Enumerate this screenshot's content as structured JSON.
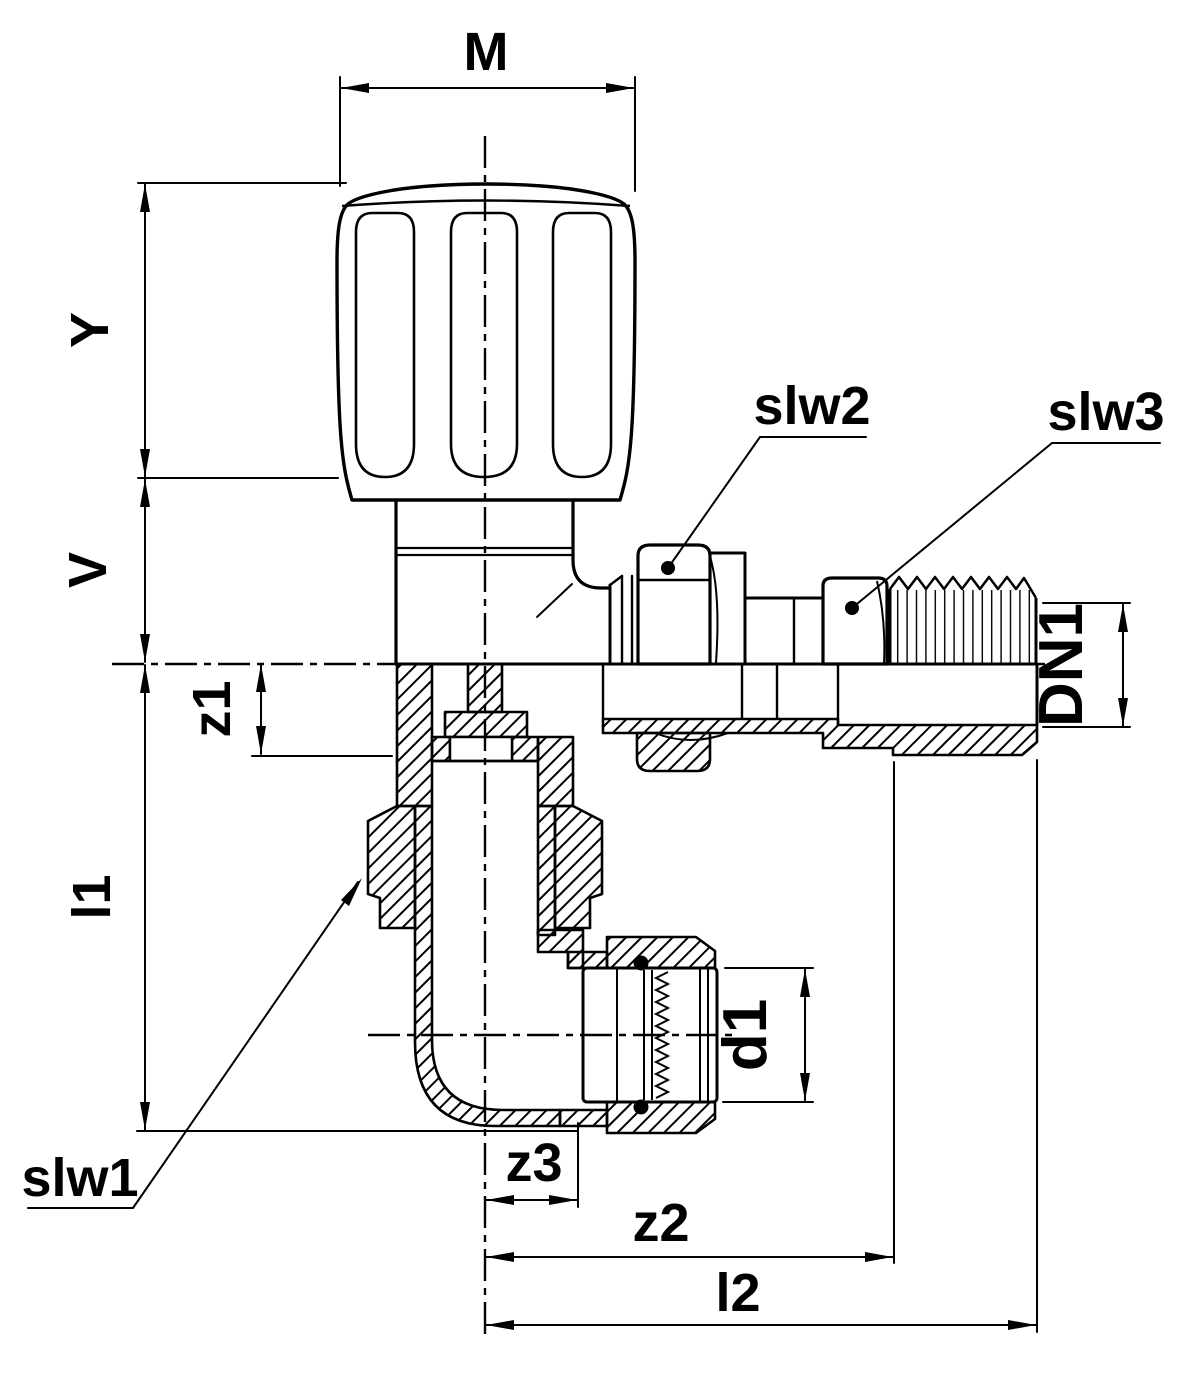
{
  "drawing": {
    "type": "technical-dimension-drawing",
    "subject": "Angle regulating valve, half-section: hand knob, union nuts, male thread, push-fit elbow outlet",
    "background_color": "#ffffff",
    "line_color": "#000000",
    "dimension_labels": {
      "m": "M",
      "y": "Y",
      "v": "V",
      "z1": "z1",
      "l1": "l1",
      "dn1": "DN1",
      "d1": "d1",
      "z3": "z3",
      "z2": "z2",
      "l2": "l2"
    },
    "callout_labels": {
      "slw1": "slw1",
      "slw2": "slw2",
      "slw3": "slw3"
    }
  }
}
